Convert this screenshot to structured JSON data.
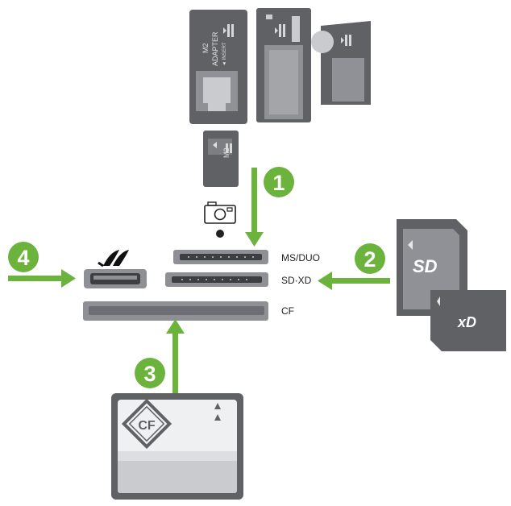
{
  "colors": {
    "arrow": "#6cb33e",
    "step_badge": "#6cb33e",
    "card_dark": "#5f6165",
    "card_mid": "#8f9196",
    "card_light": "#c9cbcf",
    "slot": "#8e9095"
  },
  "steps": [
    {
      "number": "1"
    },
    {
      "number": "2"
    },
    {
      "number": "3"
    },
    {
      "number": "4"
    }
  ],
  "slots": {
    "ms_duo": "MS/DUO",
    "sd_xd": "SD·XD",
    "cf": "CF"
  },
  "cards": {
    "m2_adapter": {
      "line1": "M2",
      "line2": "ADAPTER",
      "line3": "◄ INSERT"
    },
    "m2": {
      "label": "M2"
    },
    "sd": {
      "logo": "SD"
    },
    "xd": {
      "logo": "xD"
    },
    "cf": {
      "logo": "CF"
    }
  },
  "icons": [
    "camera-icon",
    "pictbridge-icon"
  ]
}
